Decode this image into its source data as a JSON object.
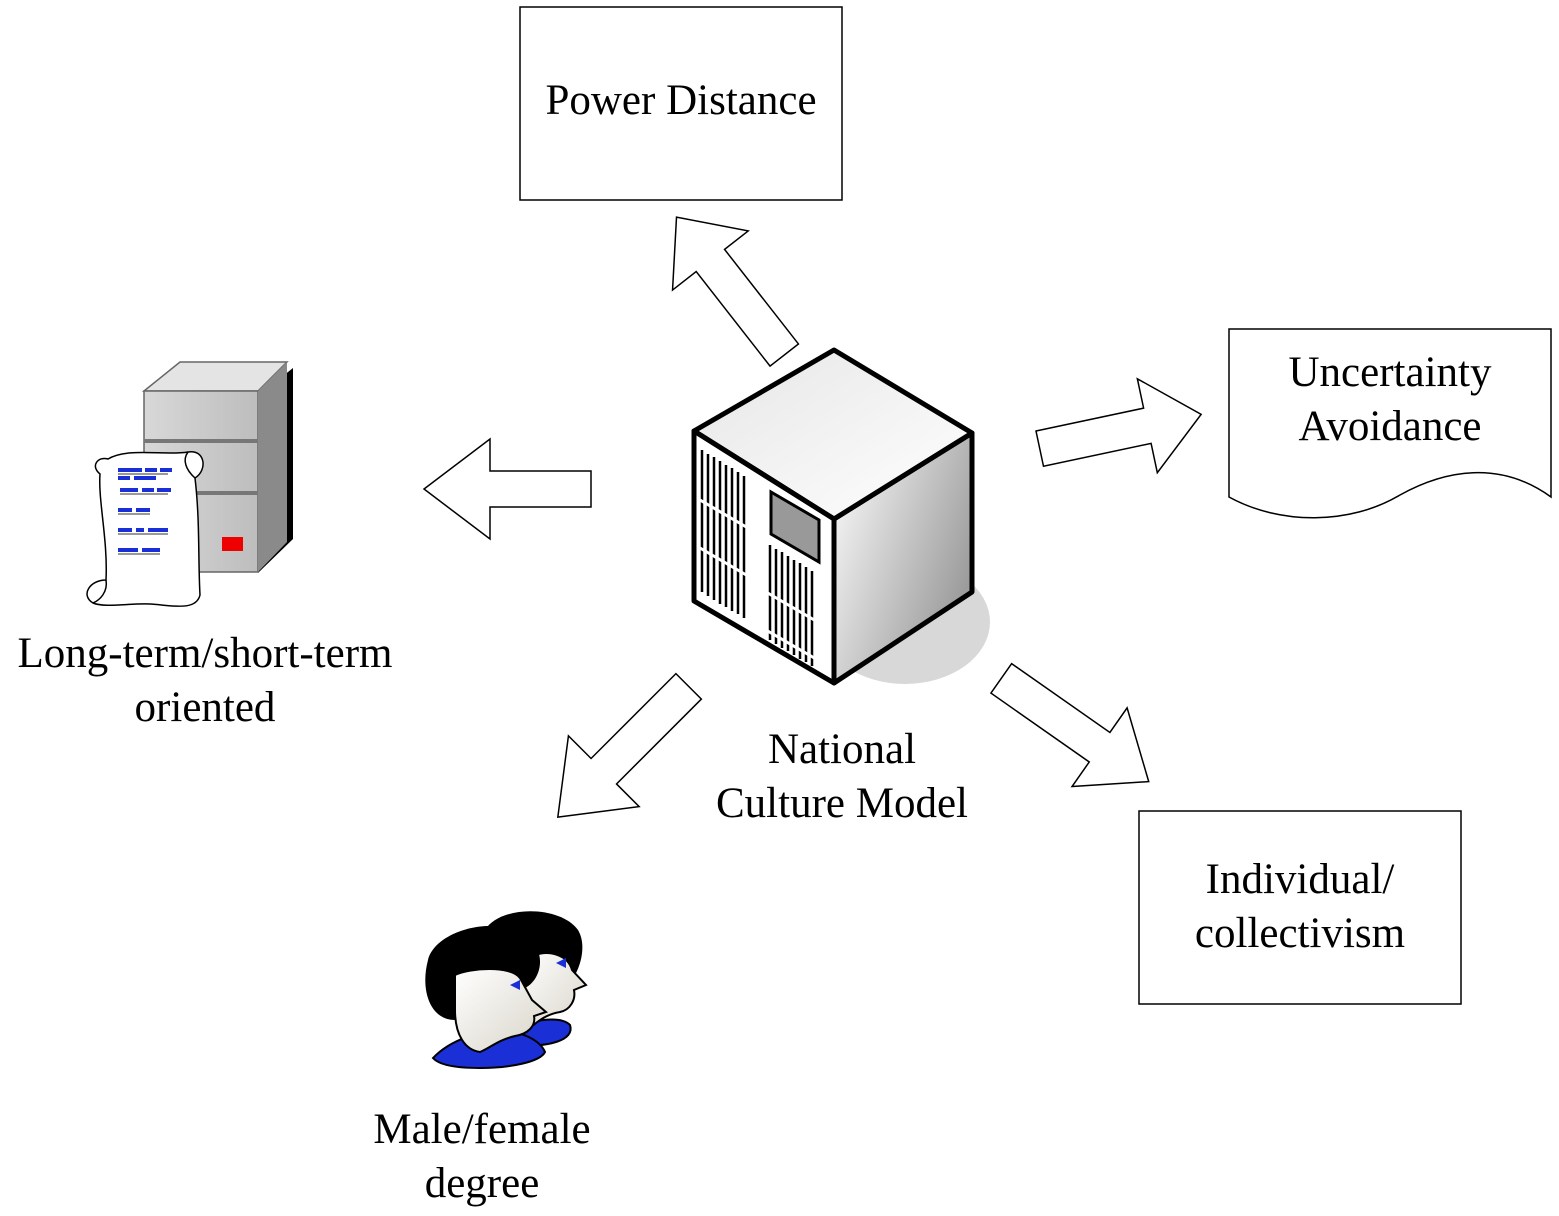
{
  "center": {
    "label_line1": "National",
    "label_line2": "Culture Model",
    "icon": "server-cube-icon"
  },
  "dimensions": {
    "power_distance": {
      "label": "Power Distance"
    },
    "uncertainty_avoidance": {
      "label_line1": "Uncertainty",
      "label_line2": "Avoidance"
    },
    "individual_collectivism": {
      "label_line1": "Individual/",
      "label_line2": "collectivism"
    },
    "male_female": {
      "label_line1": "Male/female",
      "label_line2": "degree",
      "icon": "people-icon"
    },
    "long_short_term": {
      "label_line1": "Long-term/short-term",
      "label_line2": "oriented",
      "icon": "server-document-icon"
    }
  },
  "colors": {
    "line": "#000000",
    "accent_blue": "#1a2fd6",
    "accent_red": "#ee0000",
    "server_gray": "#c8c8c8"
  }
}
